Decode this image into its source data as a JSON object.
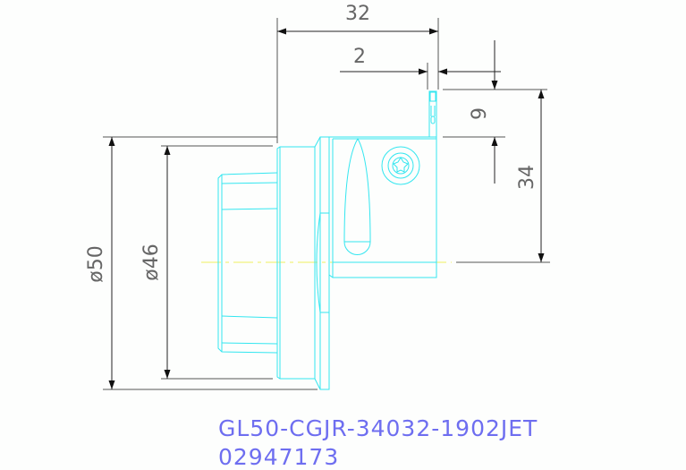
{
  "dimensions": {
    "d32": "32",
    "d2": "2",
    "d9": "9",
    "d34": "34",
    "dia50": "ø50",
    "dia46": "ø46"
  },
  "title": {
    "part_code": "GL50-CGJR-34032-1902JET",
    "part_number": "02947173"
  },
  "colors": {
    "part": "#33e6f0",
    "centerline": "#f0f060",
    "dimension": "#222222",
    "title": "#6e6ef0"
  }
}
